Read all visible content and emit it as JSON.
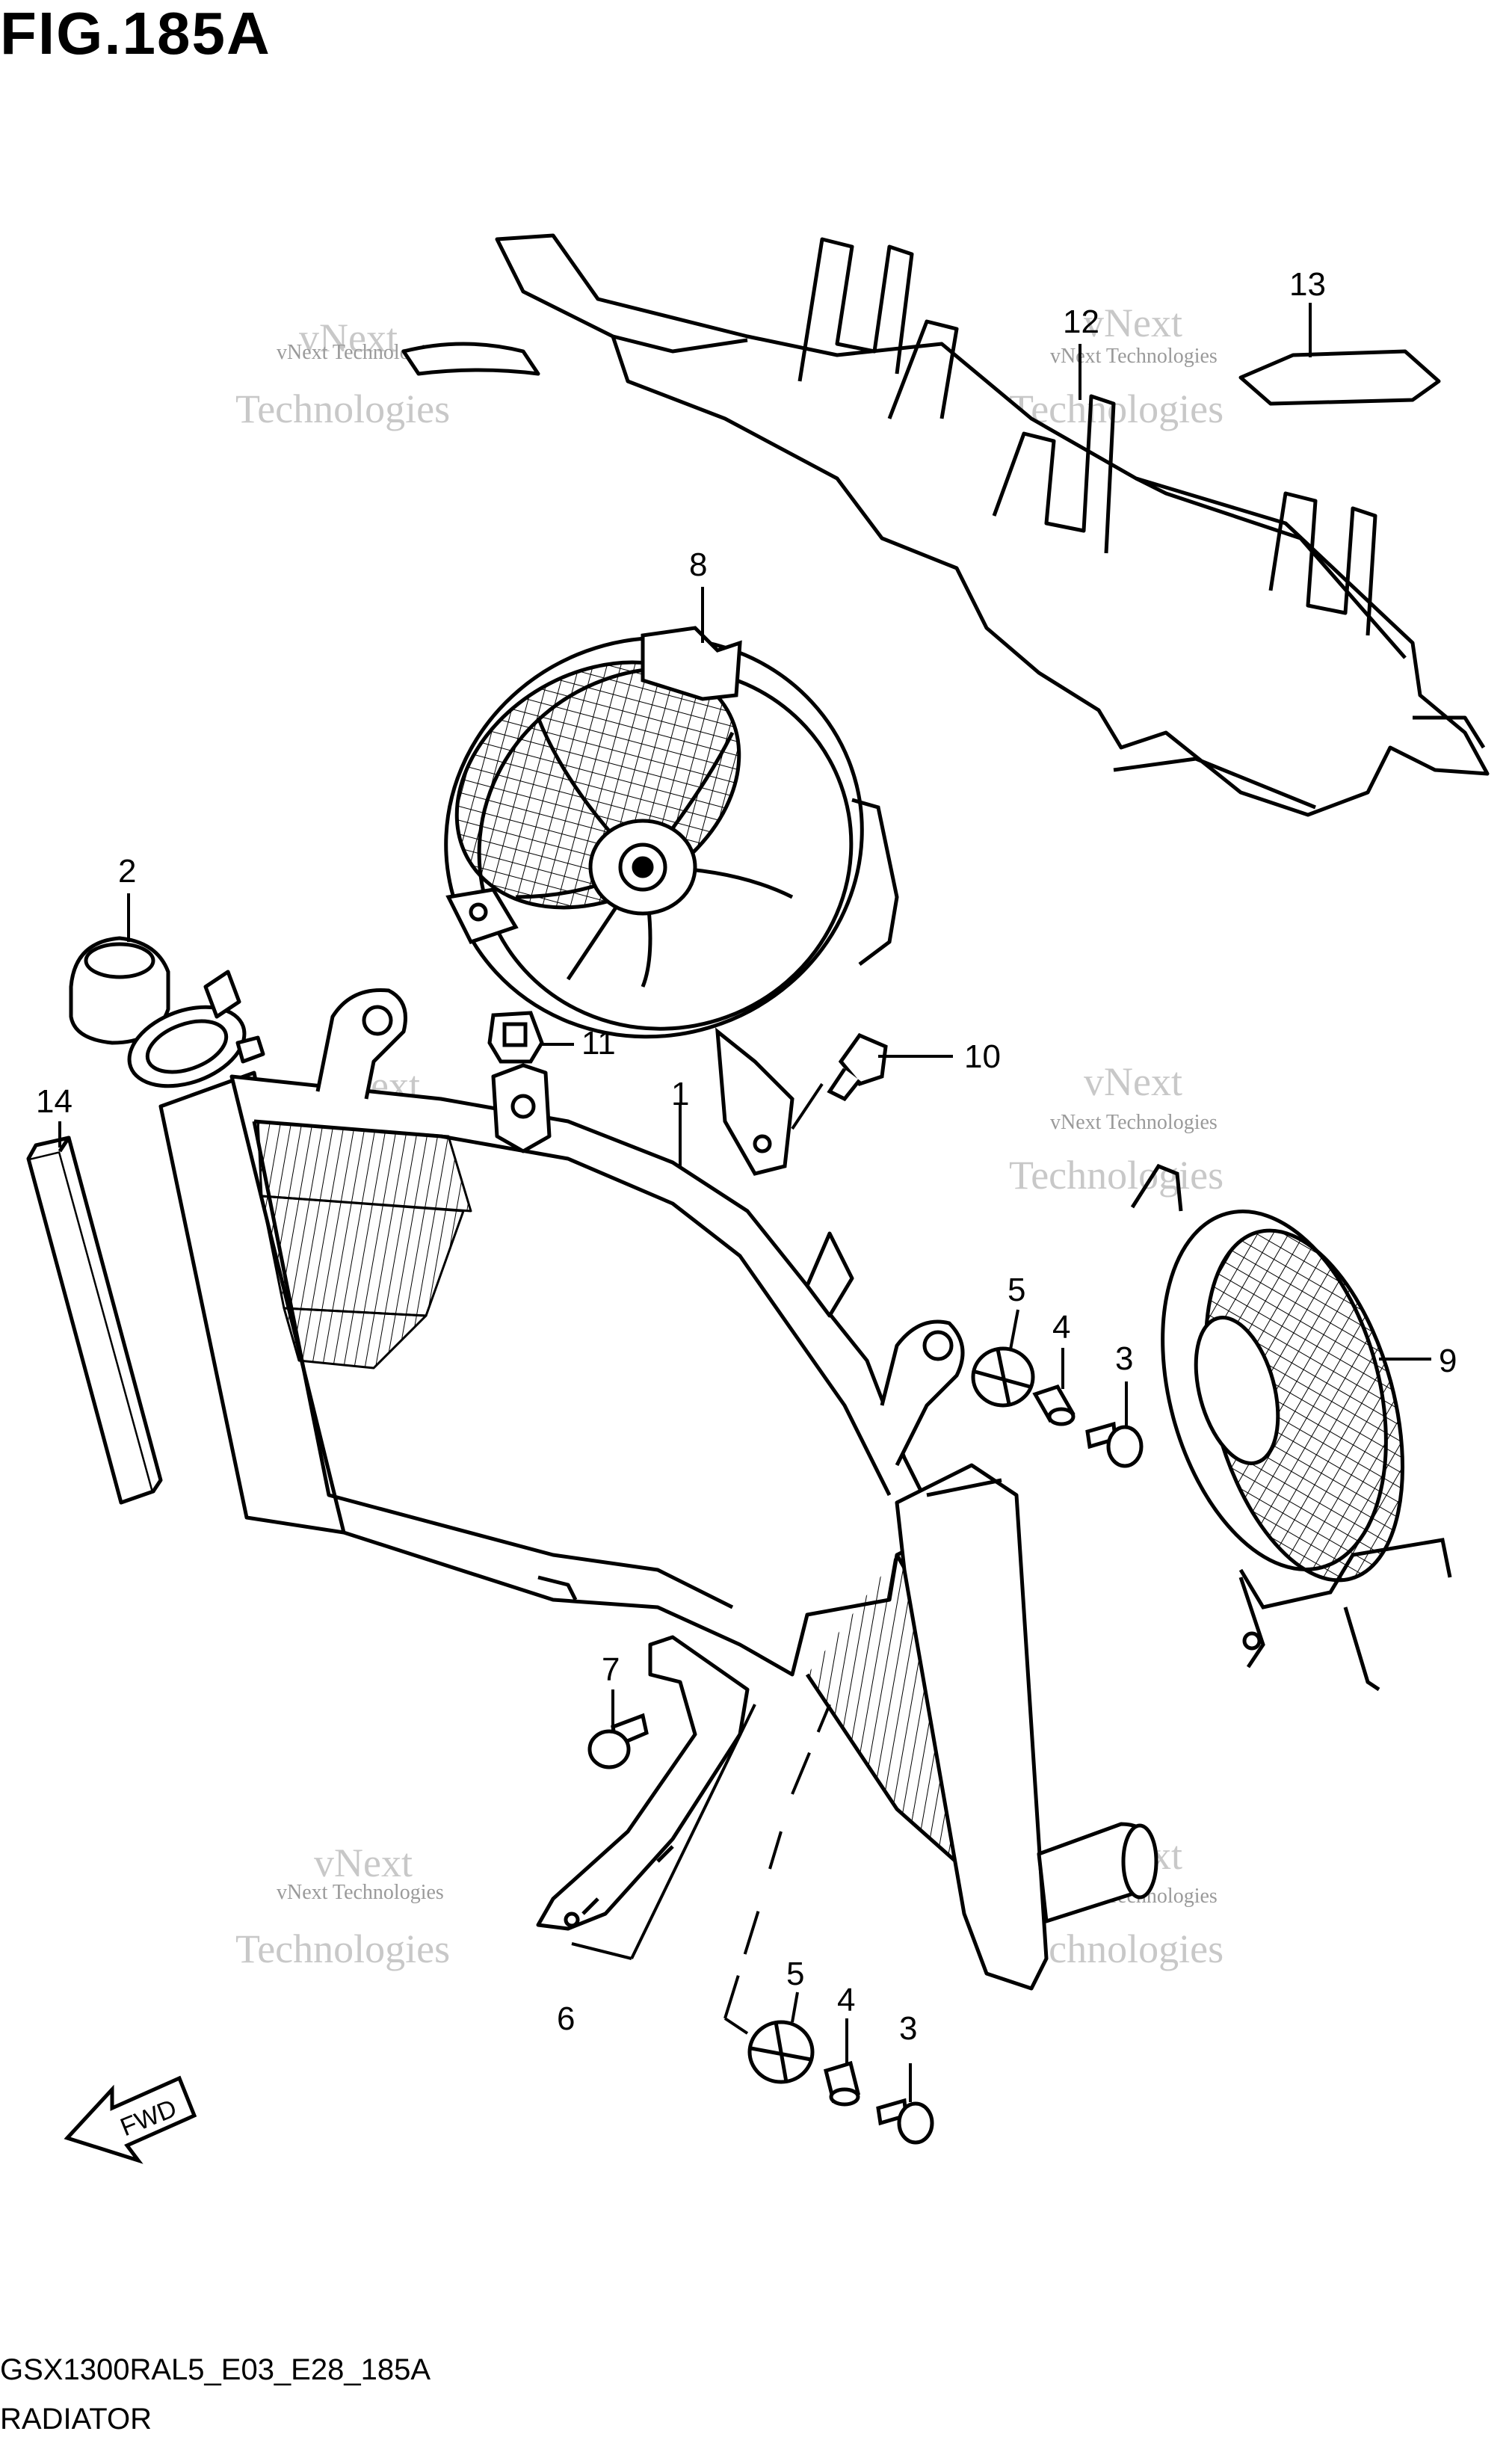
{
  "header": {
    "figure_title": "FIG.185A"
  },
  "footer": {
    "code": "GSX1300RAL5_E03_E28_185A",
    "name": "RADIATOR"
  },
  "fwd_label": "FWD",
  "watermark": {
    "line1": "vNext Technologies",
    "line2": "Technologies",
    "line3": "vNext"
  },
  "callouts": {
    "c1": "1",
    "c2": "2",
    "c3a": "3",
    "c3b": "3",
    "c4a": "4",
    "c4b": "4",
    "c5a": "5",
    "c5b": "5",
    "c6": "6",
    "c7": "7",
    "c8": "8",
    "c9": "9",
    "c10": "10",
    "c11": "11",
    "c12": "12",
    "c13": "13",
    "c14": "14"
  }
}
